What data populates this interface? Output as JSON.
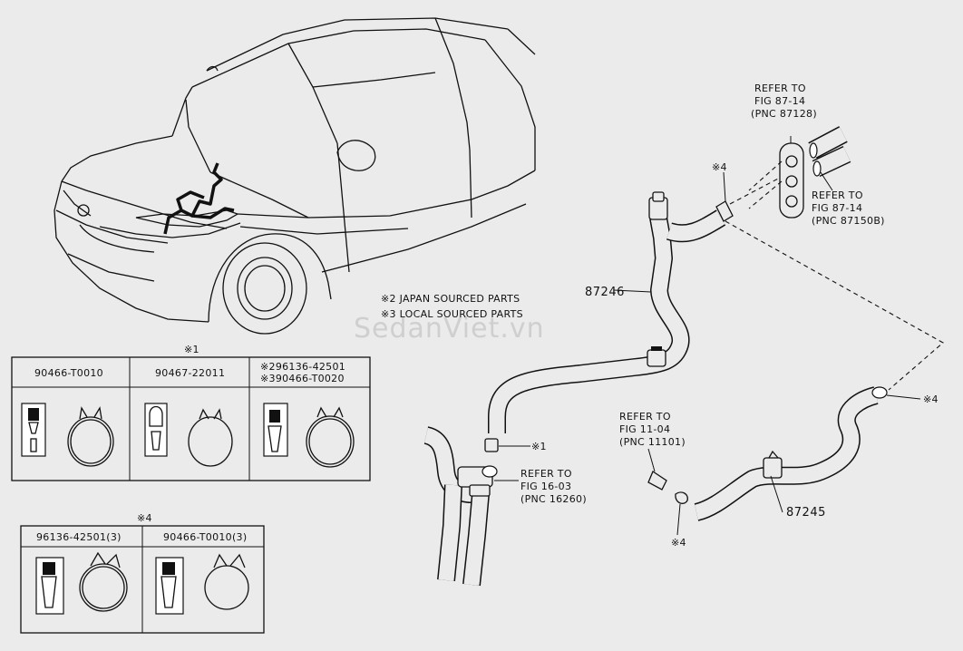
{
  "watermark": "SedanViet.vn",
  "notes": {
    "japan": "※2 JAPAN SOURCED PARTS",
    "local": "※3 LOCAL SOURCED PARTS"
  },
  "part_labels": {
    "p87246": "87246",
    "p87245": "87245"
  },
  "refer": {
    "fig87_14_a": [
      "REFER TO",
      "FIG 87-14",
      "(PNC 87128)"
    ],
    "fig87_14_b": [
      "REFER TO",
      "FIG 87-14",
      "(PNC 87150B)"
    ],
    "fig11_04": [
      "REFER TO",
      "FIG 11-04",
      "(PNC 11101)"
    ],
    "fig16_03": [
      "REFER TO",
      "FIG 16-03",
      "(PNC 16260)"
    ]
  },
  "callouts": {
    "c4_top": "※4",
    "c4_right": "※4",
    "c4_bottom": "※4",
    "c1_mid": "※1"
  },
  "table1": {
    "marker": "※1",
    "headers": [
      "90466-T0010",
      "90467-22011"
    ],
    "header3": [
      "※296136-42501",
      "※390466-T0020"
    ]
  },
  "table2": {
    "marker": "※4",
    "headers": [
      "96136-42501(3)",
      "90466-T0010(3)"
    ]
  }
}
